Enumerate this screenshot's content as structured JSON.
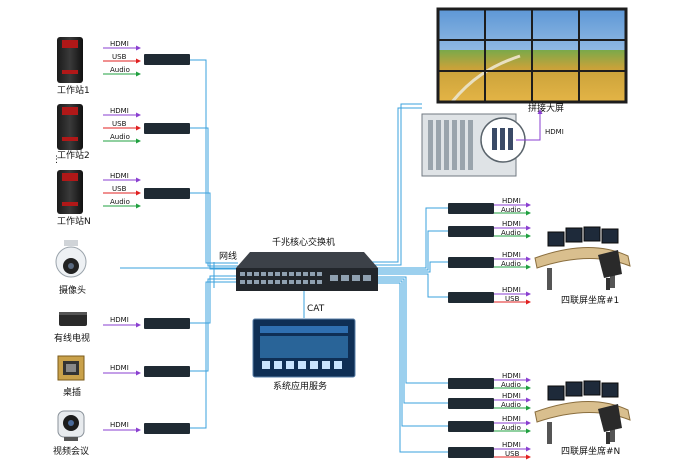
{
  "sources": [
    {
      "label": "工作站1",
      "signals": [
        "HDMI",
        "USB",
        "Audio"
      ]
    },
    {
      "label": "工作站2",
      "signals": [
        "HDMI",
        "USB",
        "Audio"
      ]
    },
    {
      "label": "工作站N",
      "signals": [
        "HDMI",
        "USB",
        "Audio"
      ]
    },
    {
      "label": "摄像头",
      "signals": []
    },
    {
      "label": "有线电视",
      "signals": [
        "HDMI"
      ]
    },
    {
      "label": "桌插",
      "signals": [
        "HDMI"
      ]
    },
    {
      "label": "视频会议",
      "signals": [
        "HDMI"
      ]
    }
  ],
  "switch_label": "千兆核心交换机",
  "network_label": "网线",
  "cat_label": "CAT",
  "server_label": "系统应用服务",
  "videowall_label": "拼接大屏",
  "wall_link_label": "HDMI",
  "seat1": {
    "label": "四联屏坐席#1",
    "outputs": [
      [
        "HDMI",
        "Audio"
      ],
      [
        "HDMI",
        "Audio"
      ],
      [
        "HDMI",
        "Audio"
      ],
      [
        "HDMI",
        "USB"
      ]
    ]
  },
  "seatN": {
    "label": "四联屏坐席#N",
    "outputs": [
      [
        "HDMI",
        "Audio"
      ],
      [
        "HDMI",
        "Audio"
      ],
      [
        "HDMI",
        "Audio"
      ],
      [
        "HDMI",
        "USB"
      ]
    ]
  },
  "colors": {
    "network": "#3aa0dc",
    "hdmi": "#8a3fd0",
    "usb": "#e02020",
    "audio": "#20a040"
  }
}
